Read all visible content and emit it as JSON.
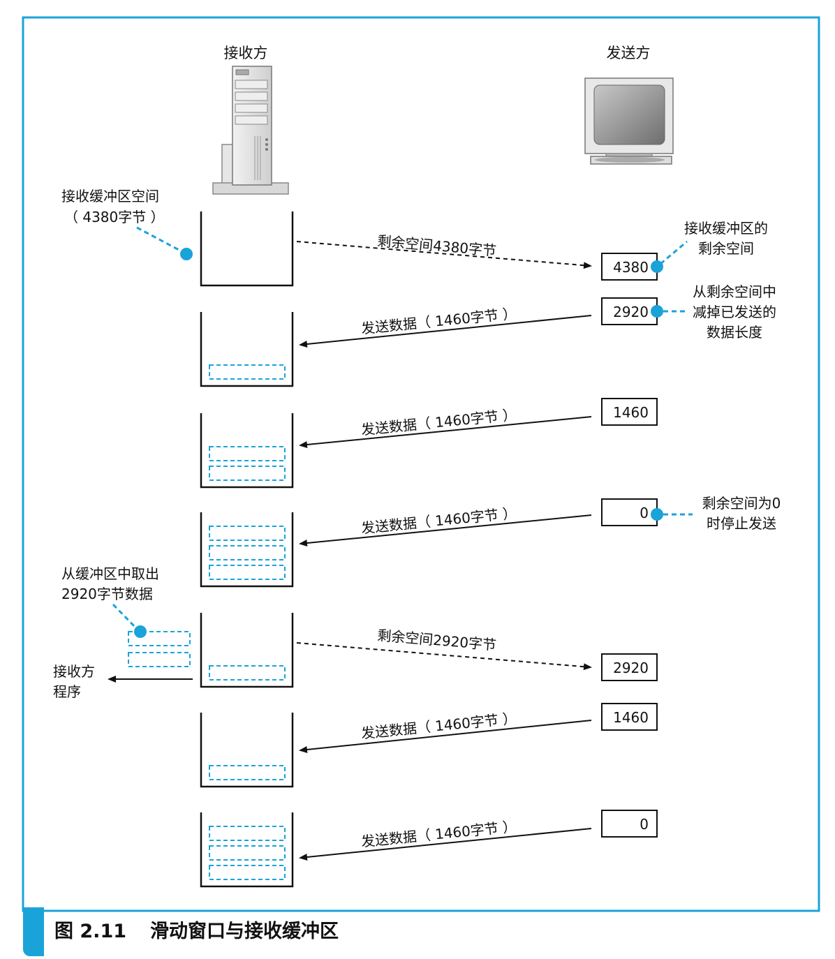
{
  "labels": {
    "receiver": "接收方",
    "sender": "发送方",
    "receive_buffer_line1": "接收缓冲区空间",
    "receive_buffer_line2": "（ 4380字节 ）",
    "remaining_line1": "接收缓冲区的",
    "remaining_line2": "剩余空间",
    "subtract_line1": "从剩余空间中",
    "subtract_line2": "减掉已发送的",
    "subtract_line3": "数据长度",
    "stop_line1": "剩余空间为0",
    "stop_line2": "时停止发送",
    "takeout_line1": "从缓冲区中取出",
    "takeout_line2": "2920字节数据",
    "receiver_program_line1": "接收方",
    "receiver_program_line2": "程序"
  },
  "messages": {
    "remaining_4380": "剩余空间4380字节",
    "send_1": "发送数据（ 1460字节 ）",
    "send_2": "发送数据（ 1460字节 ）",
    "send_3": "发送数据（ 1460字节 ）",
    "remaining_2920": "剩余空间2920字节",
    "send_4": "发送数据（ 1460字节 ）",
    "send_5": "发送数据（ 1460字节 ）"
  },
  "window_values": [
    "4380",
    "2920",
    "1460",
    "0",
    "2920",
    "1460",
    "0"
  ],
  "buffer_fill_segments": [
    0,
    1,
    2,
    3,
    1,
    1,
    3
  ],
  "caption": {
    "number": "图 2.11",
    "title": "滑动窗口与接收缓冲区"
  },
  "colors": {
    "accent": "#1aa3d9",
    "frame": "#1aa3d9",
    "line": "#111111"
  },
  "icons": {
    "receiver": "server-tower-icon",
    "sender": "crt-monitor-icon"
  }
}
